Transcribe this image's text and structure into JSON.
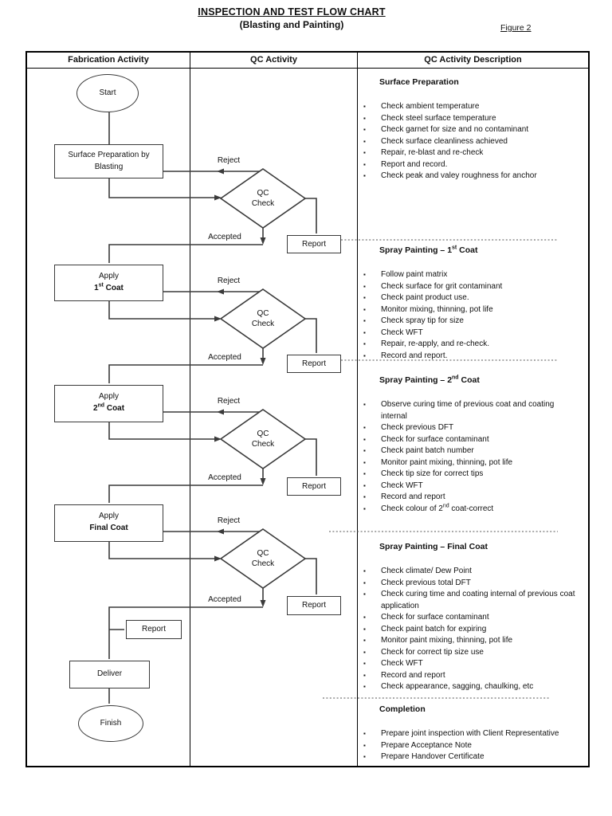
{
  "page": {
    "title_line1": "INSPECTION AND TEST FLOW CHART",
    "title_line2": "(Blasting and Painting)",
    "figure_label": "Figure 2"
  },
  "table": {
    "headers": [
      "Fabrication Activity",
      "QC Activity",
      "QC Activity Description"
    ]
  },
  "flowchart": {
    "start_label": "Start",
    "finish_label": "Finish",
    "deliver_label": "Deliver",
    "report_label": "Report",
    "reject_label": "Reject",
    "accepted_label": "Accepted",
    "qc_check_line1": "QC",
    "qc_check_line2": "Check",
    "activities": [
      {
        "line1": "Surface Preparation by",
        "line2": "Blasting"
      },
      {
        "line1": "Apply",
        "line2": "1^st^ Coat"
      },
      {
        "line1": "Apply",
        "line2": "2^nd^ Coat"
      },
      {
        "line1": "Apply",
        "line2": "Final Coat"
      }
    ]
  },
  "descriptions": [
    {
      "heading": "Surface Preparation",
      "bullets": [
        "Check ambient temperature",
        "Check steel surface temperature",
        "Check garnet for size and no contaminant",
        "Check surface cleanliness achieved",
        "Repair, re-blast and re-check",
        "Report and record.",
        "Check peak and valey roughness for anchor"
      ]
    },
    {
      "heading": "Spray Painting – 1^st^ Coat",
      "bullets": [
        "Follow paint matrix",
        "Check surface for grit contaminant",
        "Check paint product use.",
        "Monitor mixing, thinning, pot life",
        "Check spray tip for size",
        "Check WFT",
        "Repair, re-apply, and re-check.",
        "Record and report."
      ]
    },
    {
      "heading": "Spray Painting – 2^nd^ Coat",
      "bullets": [
        "Observe curing time of previous coat and coating internal",
        "Check previous DFT",
        "Check for surface contaminant",
        "Check paint batch number",
        "Monitor paint mixing, thinning, pot life",
        "Check tip size for correct tips",
        "Check WFT",
        "Record and report",
        "Check colour of 2^nd^ coat-correct"
      ]
    },
    {
      "heading": "Spray Painting – Final Coat",
      "bullets": [
        "Check climate/ Dew Point",
        "Check previous total DFT",
        "Check curing time and coating internal of previous coat application",
        "Check for surface contaminant",
        "Check paint batch for expiring",
        "Monitor paint mixing, thinning, pot life",
        "Check for correct tip size use",
        "Check WFT",
        "Record and report",
        "Check appearance, sagging, chaulking, etc"
      ]
    },
    {
      "heading": "Completion",
      "bullets": [
        "Prepare joint inspection with Client Representative",
        "Prepare Acceptance Note",
        "Prepare Handover Certificate"
      ]
    }
  ]
}
